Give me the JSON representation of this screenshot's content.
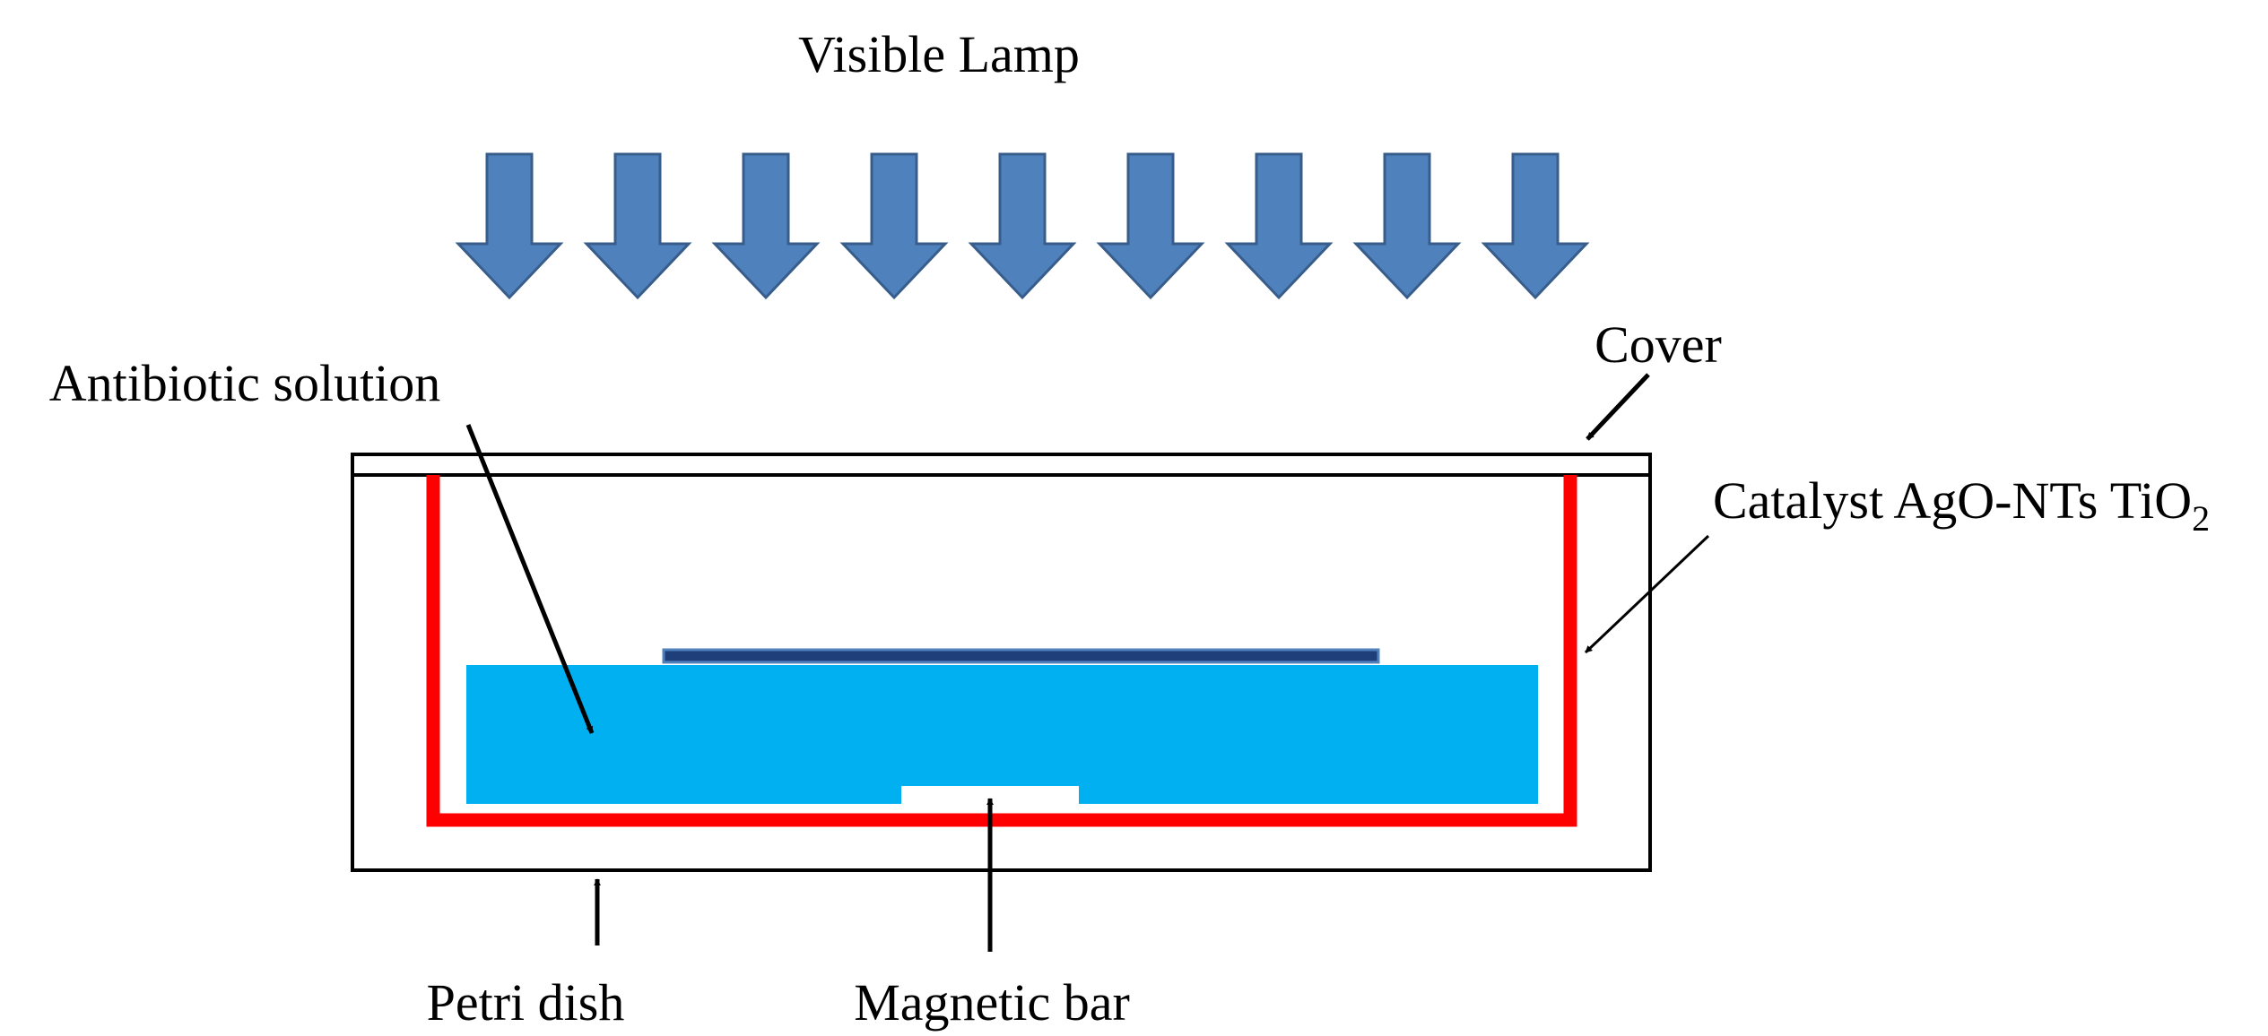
{
  "labels": {
    "visible_lamp": "Visible Lamp",
    "cover": "Cover",
    "antibiotic_solution": "Antibiotic solution",
    "catalyst_main": "Catalyst AgO-NTs TiO",
    "catalyst_subscript": "2",
    "petri_dish": "Petri dish",
    "magnetic_bar": "Magnetic bar"
  },
  "colors": {
    "lamp_arrow_fill": "#4F81BD",
    "lamp_arrow_stroke": "#385D8A",
    "solution": "#00B0F0",
    "catalyst": "#FF0000",
    "outline": "#000000",
    "background": "#FFFFFF"
  }
}
